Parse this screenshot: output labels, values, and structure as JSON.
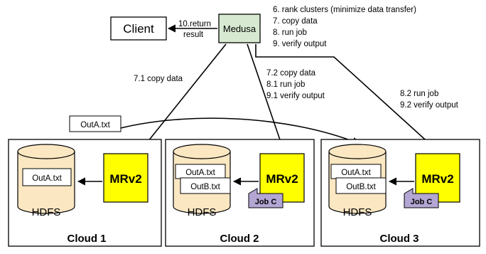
{
  "client": {
    "label": "Client"
  },
  "medusa": {
    "label": "Medusa"
  },
  "return": {
    "line1": "10.return",
    "line2": "result"
  },
  "steps": [
    "6. rank clusters (minimize data transfer)",
    "7. copy data",
    "8. run job",
    "9. verify output"
  ],
  "arrow_labels": {
    "cloud1": [
      "7.1 copy data"
    ],
    "cloud2": [
      "7.2 copy data",
      "8.1 run job",
      "9.1 verify output"
    ],
    "cloud3": [
      "8.2 run job",
      "9.2 verify output"
    ]
  },
  "floating_file": "OutA.txt",
  "clouds": [
    {
      "name": "Cloud 1",
      "storage": "HDFS",
      "engine": "MRv2",
      "files": [
        "OutA.txt"
      ],
      "job": ""
    },
    {
      "name": "Cloud 2",
      "storage": "HDFS",
      "engine": "MRv2",
      "files": [
        "OutA.txt",
        "OutB.txt"
      ],
      "job": "Job C"
    },
    {
      "name": "Cloud 3",
      "storage": "HDFS",
      "engine": "MRv2",
      "files": [
        "OutA.txt",
        "OutB.txt"
      ],
      "job": "Job C"
    }
  ],
  "colors": {
    "medusa_fill": "#d7ead1",
    "engine_fill": "#ffff00",
    "storage_fill": "#fbe7c2",
    "job_fill": "#b3a6d3"
  }
}
